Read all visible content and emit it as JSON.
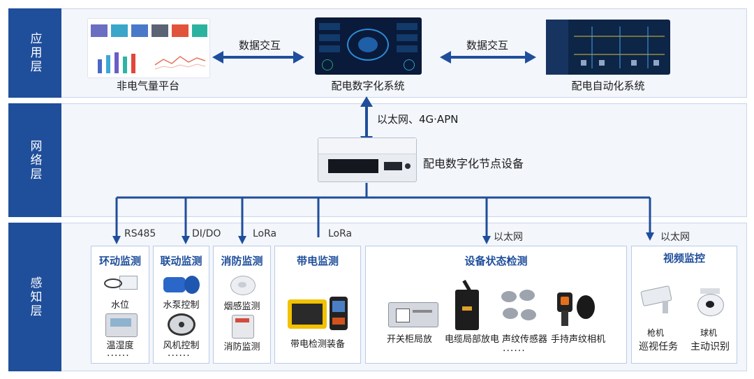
{
  "layers": {
    "application": "应用层",
    "network": "网络层",
    "perception": "感知层"
  },
  "application": {
    "platform_left": "非电气量平台",
    "platform_center": "配电数字化系统",
    "platform_right": "配电自动化系统",
    "exchange_left": "数据交互",
    "exchange_right": "数据交互"
  },
  "network": {
    "link_label": "以太网、4G·APN",
    "device_label": "配电数字化节点设备"
  },
  "protocols": {
    "env": "RS485",
    "linkage": "DI/DO",
    "fire": "LoRa",
    "live": "LoRa",
    "equipment": "以太网",
    "video": "以太网"
  },
  "groups": {
    "env": {
      "title": "环动监测",
      "items": [
        "水位",
        "温湿度"
      ],
      "more": "······"
    },
    "linkage": {
      "title": "联动监测",
      "items": [
        "水泵控制",
        "风机控制"
      ],
      "more": "······"
    },
    "fire": {
      "title": "消防监测",
      "items": [
        "烟感监测",
        "消防监测"
      ]
    },
    "live": {
      "title": "带电监测",
      "items": [
        "带电检测装备"
      ]
    },
    "equipment": {
      "title": "设备状态检测",
      "items": [
        "开关柜局放",
        "电缆局部放电",
        "声纹传感器",
        "手持声纹相机"
      ],
      "more": "······"
    },
    "video": {
      "title": "视频监控",
      "items": [
        "枪机",
        "球机",
        "巡视任务",
        "主动识别"
      ]
    }
  },
  "colors": {
    "primary": "#1f4e9b",
    "band": "#f3f6fb",
    "border": "#c9d6ea"
  }
}
